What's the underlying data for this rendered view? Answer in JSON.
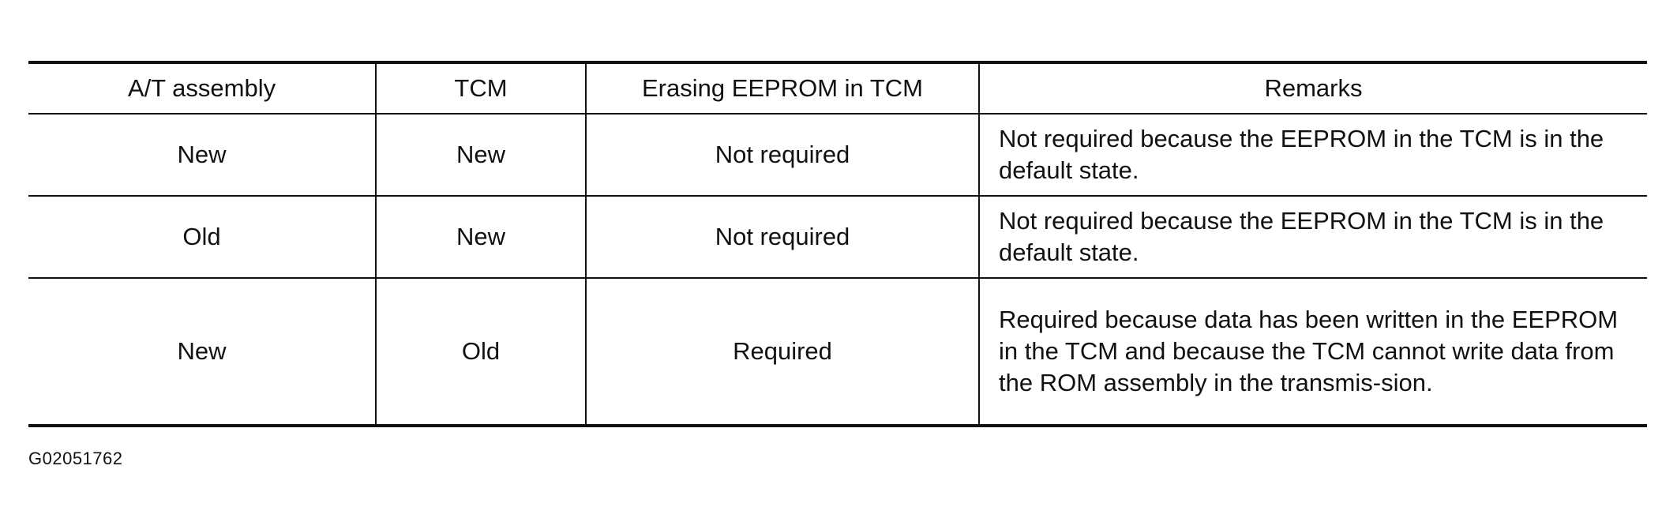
{
  "table": {
    "headers": [
      "A/T assembly",
      "TCM",
      "Erasing EEPROM in TCM",
      "Remarks"
    ],
    "rows": [
      {
        "at_assembly": "New",
        "tcm": "New",
        "erasing": "Not required",
        "remarks": "Not required because the EEPROM in the TCM is in the default state."
      },
      {
        "at_assembly": "Old",
        "tcm": "New",
        "erasing": "Not required",
        "remarks": "Not required because the EEPROM in the TCM is in the default state."
      },
      {
        "at_assembly": "New",
        "tcm": "Old",
        "erasing": "Required",
        "remarks": "Required because data has been written in the EEPROM in the TCM and because the TCM cannot write data from the ROM assembly in the transmis-sion."
      }
    ]
  },
  "figure_code": "G02051762"
}
